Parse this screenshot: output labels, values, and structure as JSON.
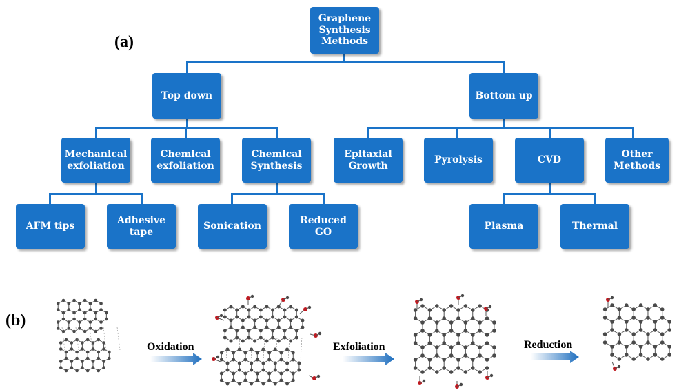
{
  "colors": {
    "box": "#1a73c8",
    "line": "#1a73c8",
    "arrow": "#1f6fbf",
    "atom": "#4a4a4a",
    "oxygen": "#c0181f",
    "bond": "#555555"
  },
  "panel_a": {
    "label": "(a)",
    "root": "Graphene\nSynthesis\nMethods",
    "top_down": {
      "label": "Top down",
      "children": [
        {
          "label": "Mechanical\nexfoliation",
          "children": [
            "AFM tips",
            "Adhesive\ntape"
          ]
        },
        {
          "label": "Chemical\nexfoliation"
        },
        {
          "label": "Chemical\nSynthesis",
          "children": [
            "Sonication",
            "Reduced\nGO"
          ]
        }
      ]
    },
    "bottom_up": {
      "label": "Bottom up",
      "children": [
        {
          "label": "Epitaxial\nGrowth"
        },
        {
          "label": "Pyrolysis"
        },
        {
          "label": "CVD",
          "children": [
            "Plasma",
            "Thermal"
          ]
        },
        {
          "label": "Other\nMethods"
        }
      ]
    }
  },
  "panel_b": {
    "label": "(b)",
    "steps": [
      "Oxidation",
      "Exfoliation",
      "Reduction"
    ]
  }
}
